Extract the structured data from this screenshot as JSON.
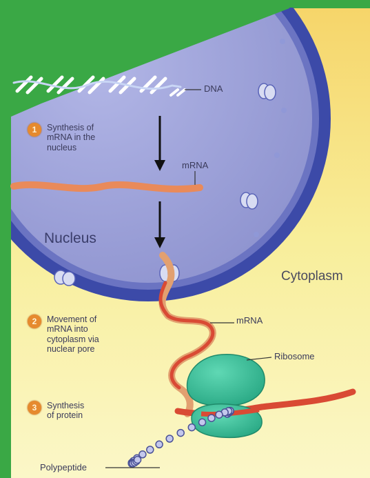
{
  "labels": {
    "dna": "DNA",
    "mrna_top": "mRNA",
    "mrna_mid": "mRNA",
    "nucleus": "Nucleus",
    "cytoplasm": "Cytoplasm",
    "ribosome": "Ribosome",
    "polypeptide": "Polypeptide"
  },
  "steps": [
    {
      "number": "1",
      "text": "Synthesis of\nmRNA in the\nnucleus"
    },
    {
      "number": "2",
      "text": "Movement of\nmRNA into\ncytoplasm via\nnuclear pore"
    },
    {
      "number": "3",
      "text": "Synthesis\nof protein"
    }
  ],
  "colors": {
    "green_band": "#3aa845",
    "nucleus_interior": "#9a9fd6",
    "nuclear_envelope": "#3c4aa8",
    "cytoplasm": "#f7ef9a",
    "mrna_nucleus": "#e98a5a",
    "mrna_cytoplasm": "#d94a34",
    "ribosome": "#3fbf9a",
    "polypeptide": "#8a8fc0",
    "step_badge": "#e68a2e"
  }
}
